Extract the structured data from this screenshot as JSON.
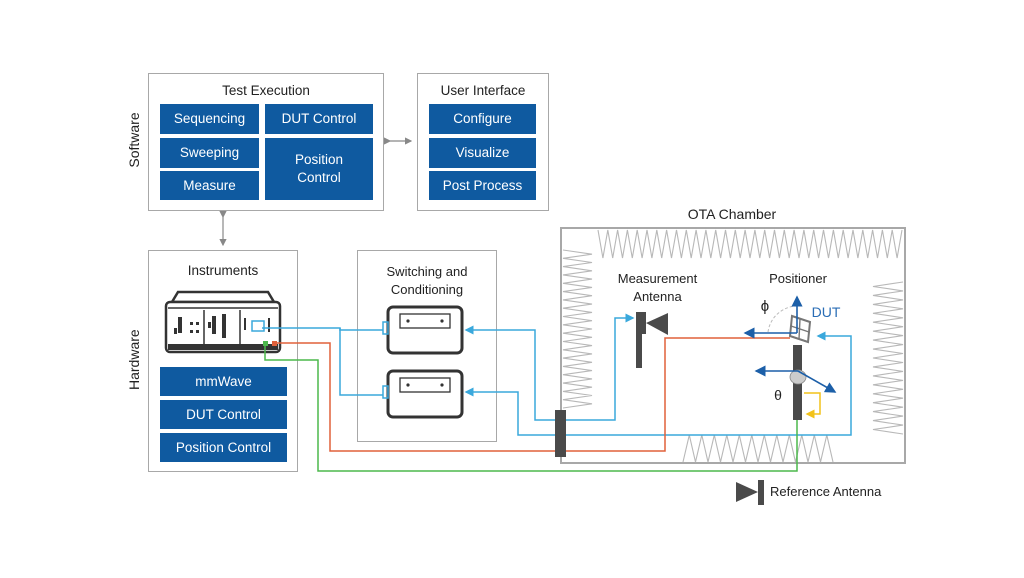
{
  "sections": {
    "software_label": "Software",
    "hardware_label": "Hardware"
  },
  "test_execution": {
    "title": "Test Execution",
    "blocks": [
      "Sequencing",
      "DUT Control",
      "Sweeping",
      "Position Control",
      "Measure"
    ]
  },
  "user_interface": {
    "title": "User Interface",
    "blocks": [
      "Configure",
      "Visualize",
      "Post Process"
    ]
  },
  "instruments": {
    "title": "Instruments",
    "blocks": [
      "mmWave",
      "DUT Control",
      "Position Control"
    ]
  },
  "switching": {
    "title_line1": "Switching and",
    "title_line2": "Conditioning"
  },
  "ota_chamber": {
    "title": "OTA Chamber",
    "measurement_antenna_line1": "Measurement",
    "measurement_antenna_line2": "Antenna",
    "positioner": "Positioner",
    "dut": "DUT",
    "phi_symbol": "ϕ",
    "theta_symbol": "θ",
    "reference_antenna": "Reference Antenna"
  },
  "colors": {
    "block_blue": "#0f5aa0",
    "rf_cable": "#3aa8dc",
    "control_red": "#e0603a",
    "control_green": "#4cb84c",
    "axis_blue": "#1c5fa8",
    "rotation_yellow": "#f2c21a",
    "absorber_gray": "#b0b0b0",
    "device_dark": "#4a4a4a"
  }
}
